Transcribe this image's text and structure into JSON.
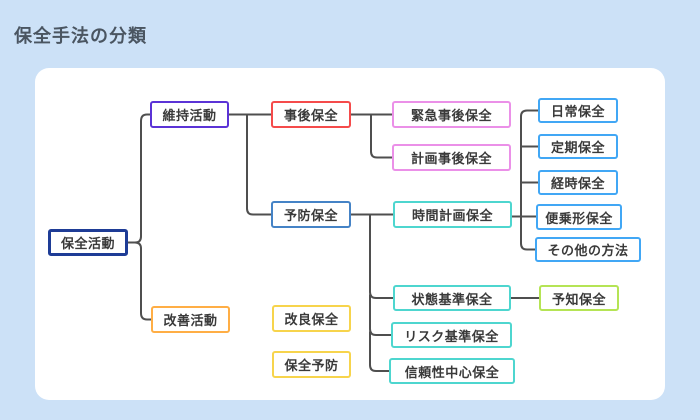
{
  "title": "保全手法の分類",
  "colors": {
    "background": "#cce1f7",
    "panel": "#ffffff",
    "title_text": "#4a5561",
    "node_text": "#3a3a3a",
    "line": "#4f4f4f",
    "root_border": "#1e3c96",
    "sustain_border": "#5b33d6",
    "improve_border": "#ffae45",
    "breakdown_border": "#f54b4b",
    "preventive_border": "#4583c6",
    "gold_border": "#f7d44c",
    "pink_border": "#eb90e8",
    "teal_border": "#4ed6cf",
    "azure_border": "#41a7f5",
    "green_border": "#b5e455"
  },
  "nodes": {
    "hozen_katsudo": {
      "label": "保全活動",
      "border": "#1e3c96"
    },
    "iji_katsudo": {
      "label": "維持活動",
      "border": "#5b33d6"
    },
    "kaizen_katsudo": {
      "label": "改善活動",
      "border": "#ffae45"
    },
    "jigo_hozen": {
      "label": "事後保全",
      "border": "#f54b4b"
    },
    "yobo_hozen": {
      "label": "予防保全",
      "border": "#4583c6"
    },
    "kairyo_hozen": {
      "label": "改良保全",
      "border": "#f7d44c"
    },
    "hozen_yobo": {
      "label": "保全予防",
      "border": "#f7d44c"
    },
    "kinkyu_jigo": {
      "label": "緊急事後保全",
      "border": "#eb90e8"
    },
    "keikaku_jigo": {
      "label": "計画事後保全",
      "border": "#eb90e8"
    },
    "jikan_keikaku": {
      "label": "時間計画保全",
      "border": "#4ed6cf"
    },
    "jotai_kijun": {
      "label": "状態基準保全",
      "border": "#4ed6cf"
    },
    "risk_kijun": {
      "label": "リスク基準保全",
      "border": "#4ed6cf"
    },
    "shinrai_chushin": {
      "label": "信頼性中心保全",
      "border": "#4ed6cf"
    },
    "nichijo_hozen": {
      "label": "日常保全",
      "border": "#41a7f5"
    },
    "teiki_hozen": {
      "label": "定期保全",
      "border": "#41a7f5"
    },
    "keiji_hozen": {
      "label": "経時保全",
      "border": "#41a7f5"
    },
    "binjo_hozen": {
      "label": "便乗形保全",
      "border": "#41a7f5"
    },
    "sonota_hoho": {
      "label": "その他の方法",
      "border": "#41a7f5"
    },
    "yochi_hozen": {
      "label": "予知保全",
      "border": "#b5e455"
    }
  },
  "hierarchy": {
    "root": "保全活動",
    "保全活動": [
      "維持活動",
      "改善活動"
    ],
    "維持活動": [
      "事後保全",
      "予防保全"
    ],
    "改善活動": [
      "改良保全",
      "保全予防"
    ],
    "事後保全": [
      "緊急事後保全",
      "計画事後保全"
    ],
    "予防保全": [
      "時間計画保全",
      "状態基準保全",
      "リスク基準保全",
      "信頼性中心保全"
    ],
    "時間計画保全": [
      "日常保全",
      "定期保全",
      "経時保全",
      "便乗形保全",
      "その他の方法"
    ],
    "状態基準保全": [
      "予知保全"
    ]
  }
}
